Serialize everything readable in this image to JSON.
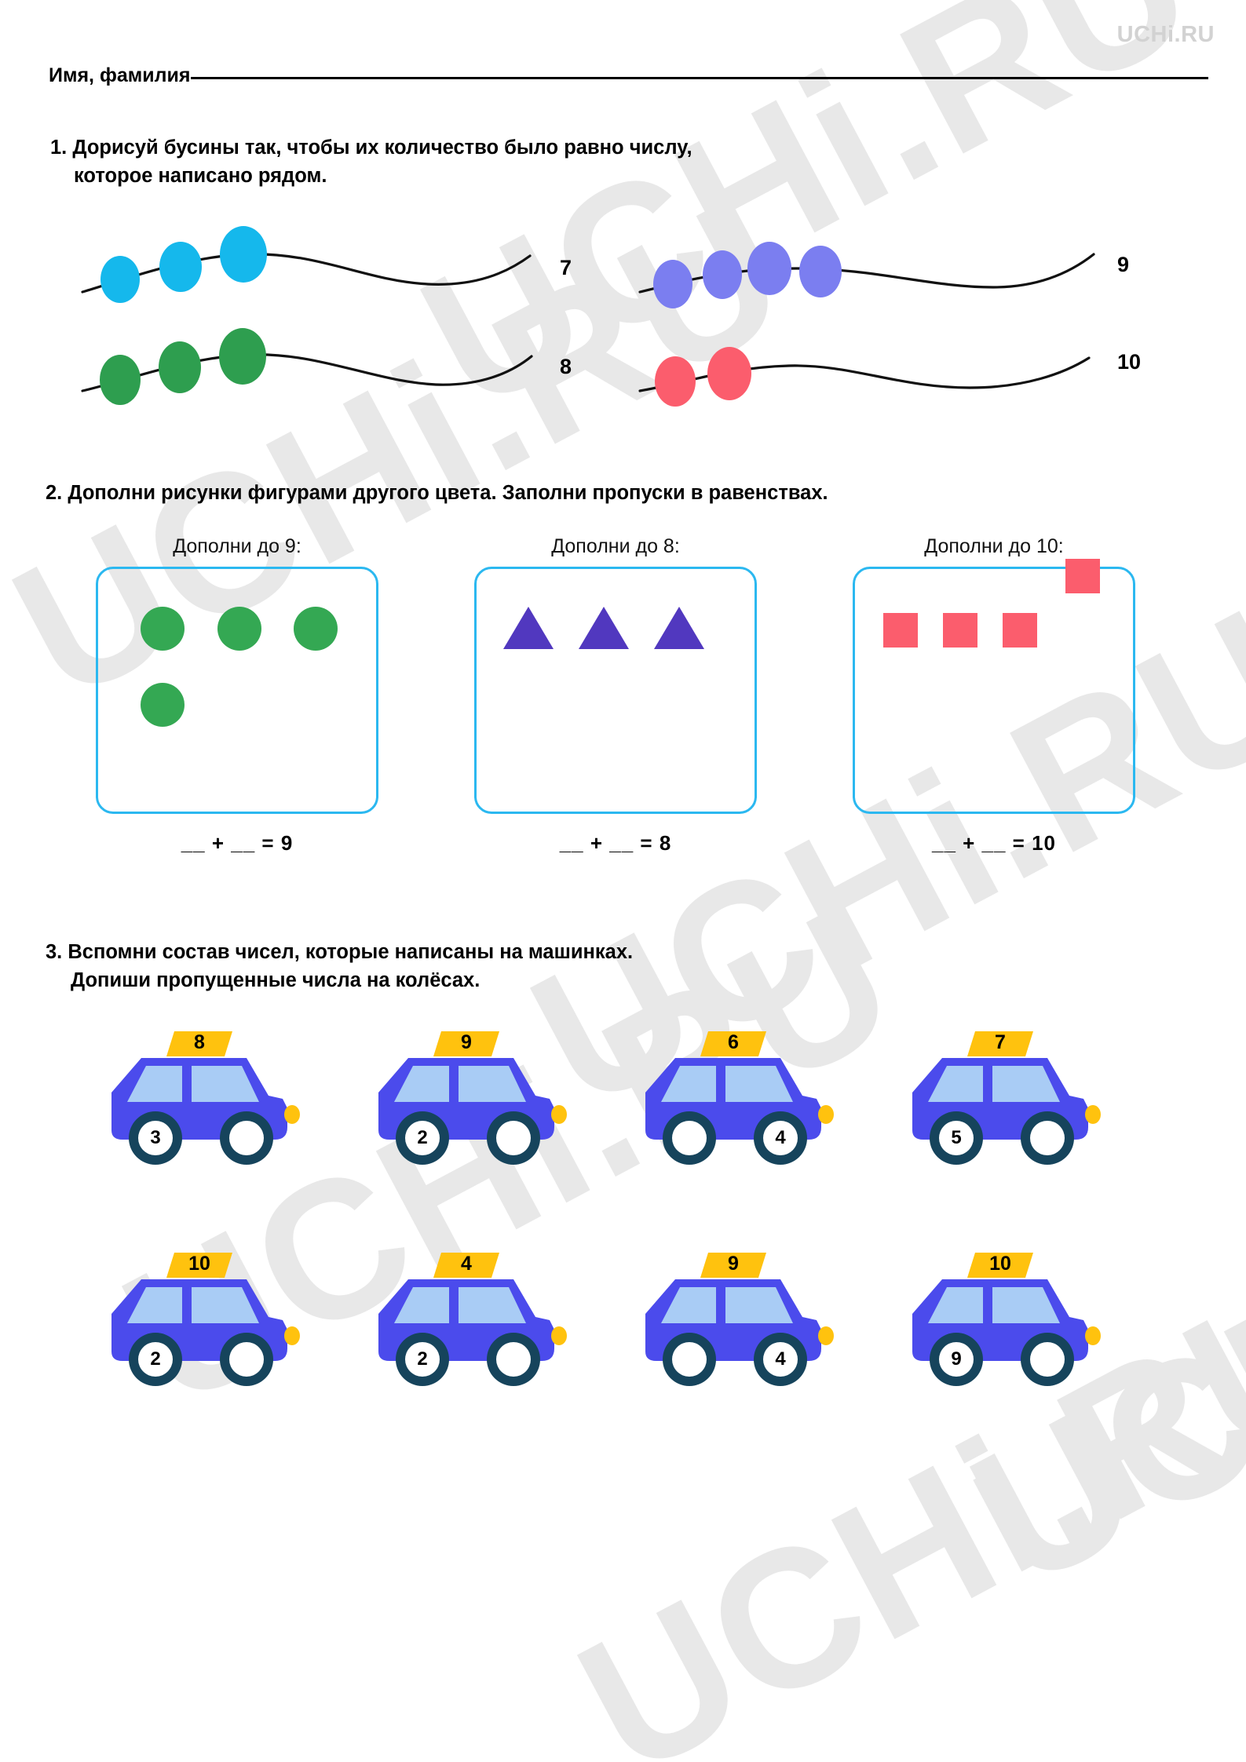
{
  "brand": {
    "logo_text": "UCHi.RU"
  },
  "header": {
    "name_label": "Имя, фамилия"
  },
  "tasks": {
    "task1": {
      "number": "1.",
      "line1": "Дорисуй бусины так, чтобы их количество было равно числу,",
      "line2": "которое написано рядом."
    },
    "task2": {
      "number": "2.",
      "line1": "Дополни рисунки фигурами другого цвета. Заполни пропуски в равенствах."
    },
    "task3": {
      "number": "3.",
      "line1": "Вспомни состав чисел, которые написаны на машинках.",
      "line2": "Допиши пропущенные числа на колёсах."
    }
  },
  "bead_rows": [
    {
      "id": "row-7",
      "target": "7",
      "bead_count": 3,
      "color": "#15b8ec"
    },
    {
      "id": "row-9",
      "target": "9",
      "bead_count": 4,
      "color": "#7b7ef0"
    },
    {
      "id": "row-8",
      "target": "8",
      "bead_count": 3,
      "color": "#2e9e4f"
    },
    {
      "id": "row-10",
      "target": "10",
      "bead_count": 2,
      "color": "#fb5d6d"
    }
  ],
  "shape_boxes": [
    {
      "caption": "Дополни до 9:",
      "equation": "__ + __ = 9",
      "shape": "circle",
      "color": "#34a853",
      "count": 4,
      "target": "9"
    },
    {
      "caption": "Дополни до 8:",
      "equation": "__ + __ = 8",
      "shape": "triangle",
      "color": "#5138bf",
      "count": 3,
      "target": "8"
    },
    {
      "caption": "Дополни до 10:",
      "equation": "__ + __ = 10",
      "shape": "square",
      "color": "#fb5d6d",
      "count": 4,
      "target": "10"
    }
  ],
  "cars": [
    {
      "roof": "8",
      "left_wheel": "3",
      "right_wheel": ""
    },
    {
      "roof": "9",
      "left_wheel": "2",
      "right_wheel": ""
    },
    {
      "roof": "6",
      "left_wheel": "",
      "right_wheel": "4"
    },
    {
      "roof": "7",
      "left_wheel": "5",
      "right_wheel": ""
    },
    {
      "roof": "10",
      "left_wheel": "2",
      "right_wheel": ""
    },
    {
      "roof": "4",
      "left_wheel": "2",
      "right_wheel": ""
    },
    {
      "roof": "9",
      "left_wheel": "",
      "right_wheel": "4"
    },
    {
      "roof": "10",
      "left_wheel": "9",
      "right_wheel": ""
    }
  ],
  "colors": {
    "accent_blue": "#2bb8f0",
    "car_body": "#4b4bec",
    "car_roof_sign": "#ffc20e",
    "car_window": "#a9ccf5",
    "tire": "#16445c",
    "watermark": "#e8e8e8"
  },
  "watermark_text": "UCHi.RU"
}
